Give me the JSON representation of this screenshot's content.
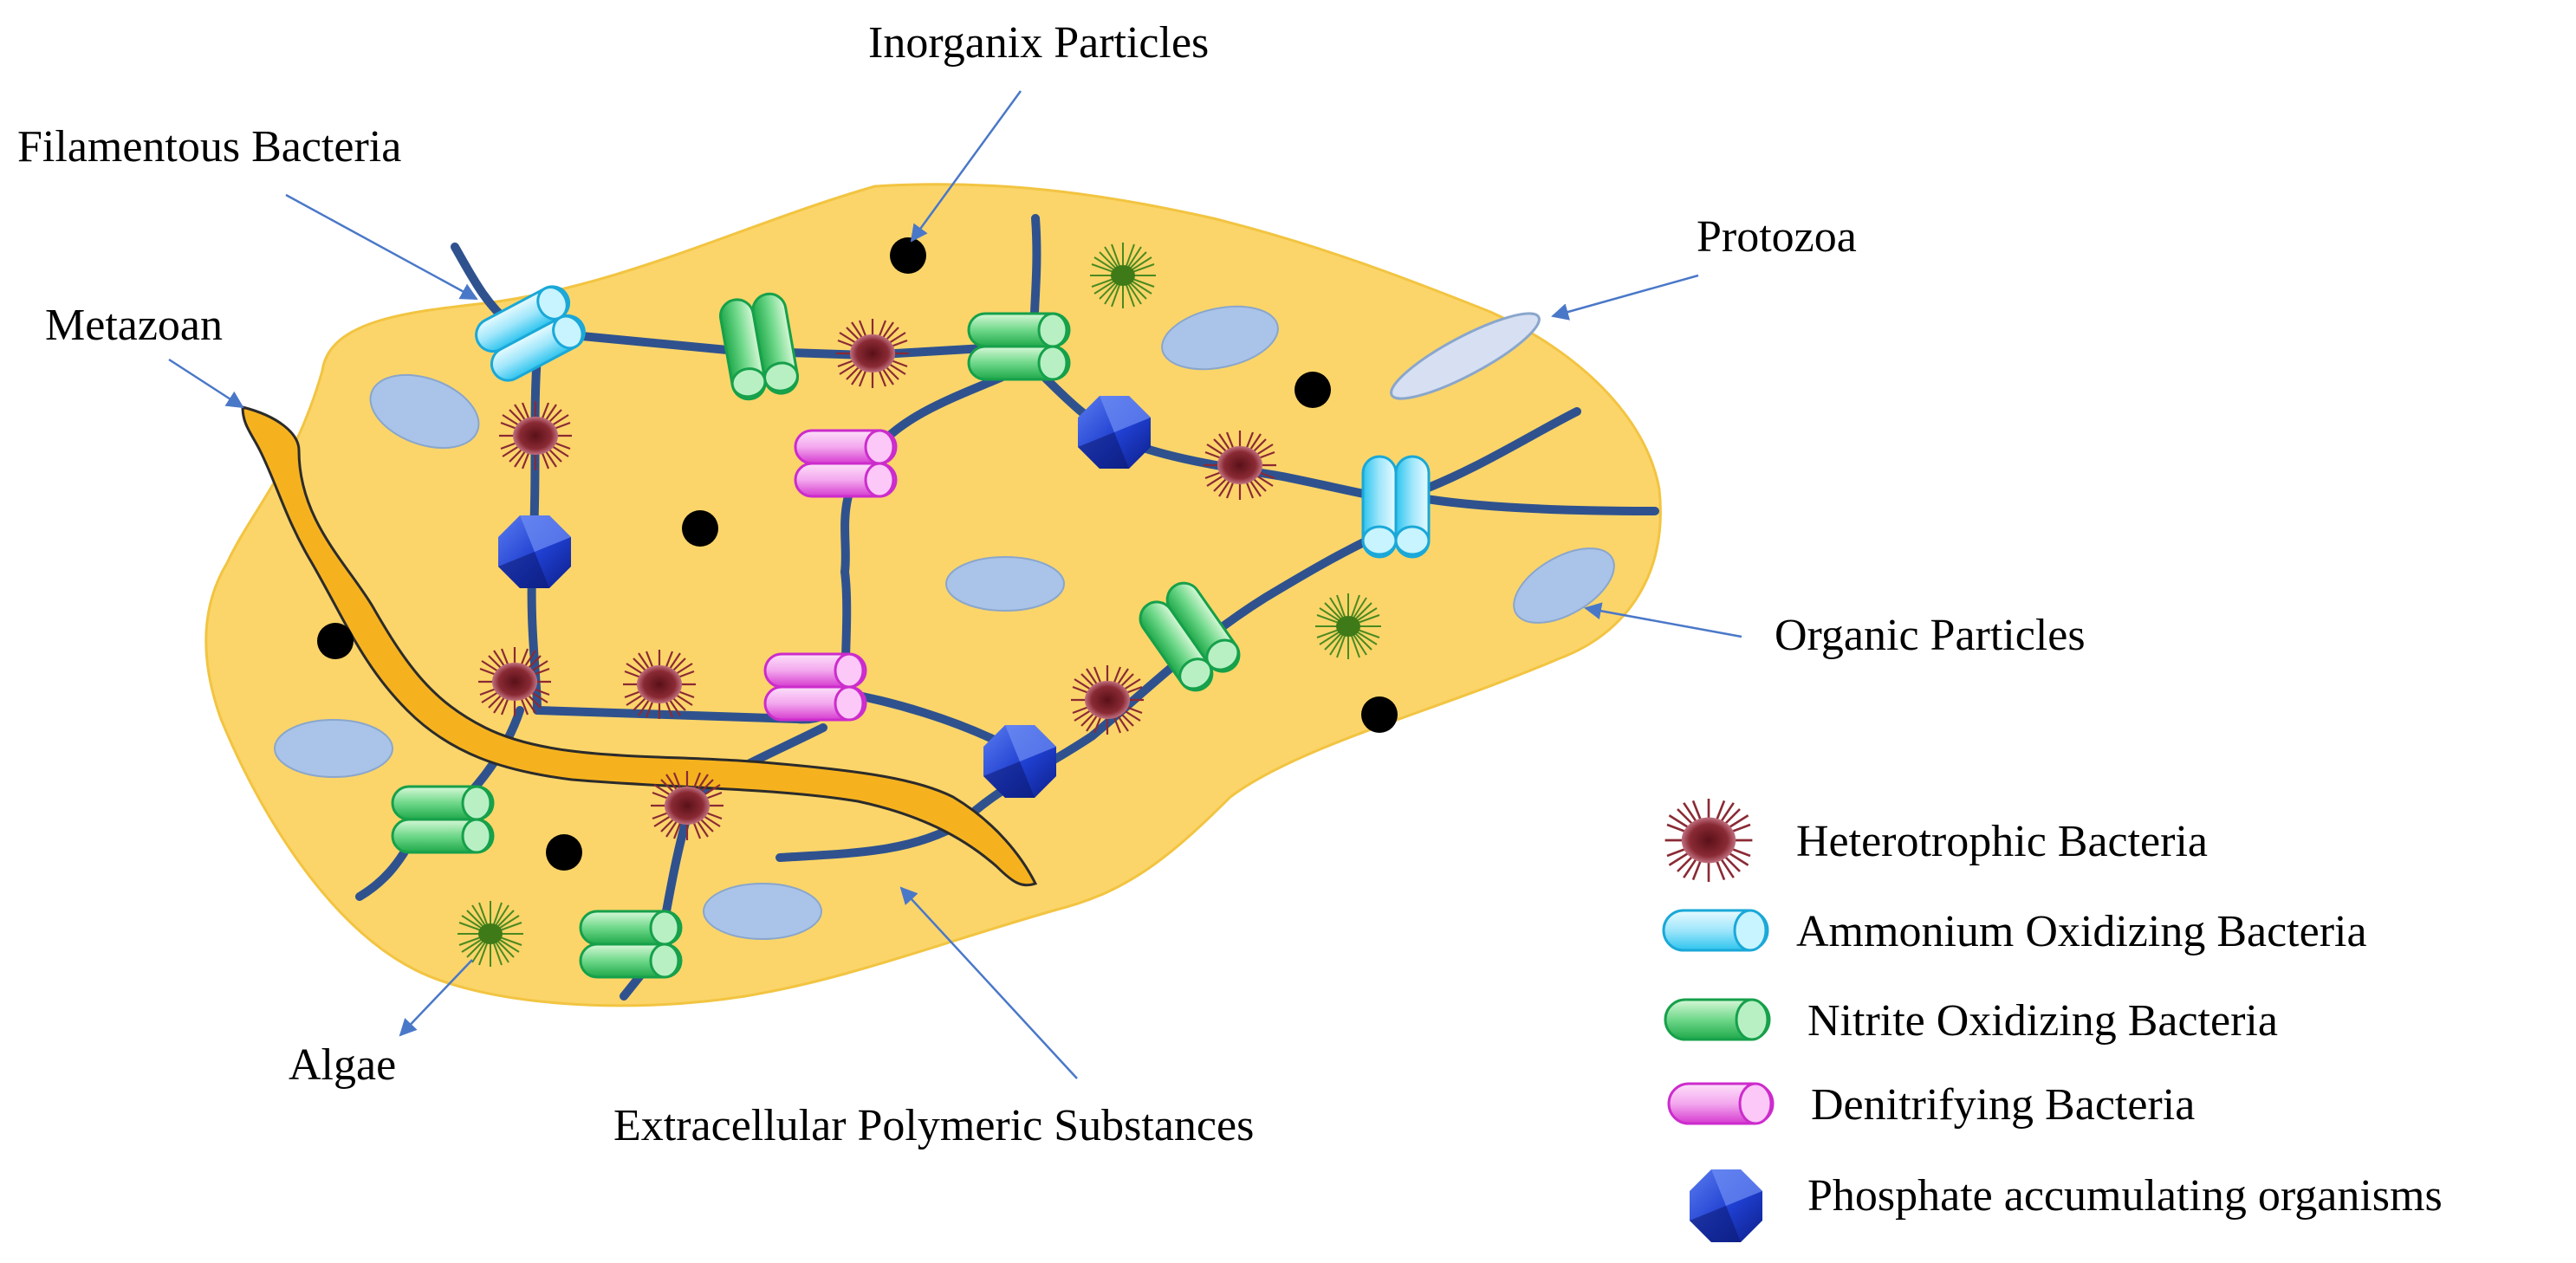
{
  "colors": {
    "floc": "#fbd56a",
    "metazoan": "#f6b21e",
    "filament": "#2f528f",
    "arrow": "#4a78c8",
    "organic": "#a9c4e8",
    "inorganic": "#000000",
    "algae": "#4a8a20",
    "heterotrophic": "#7a1f2a",
    "aob": "#7fe0f8",
    "nob": "#54c87a",
    "denitrifying": "#f08ae8",
    "pao": "#2244cc"
  },
  "labels": {
    "inorganic": "Inorganix Particles",
    "filamentous": "Filamentous Bacteria",
    "metazoan": "Metazoan",
    "protozoa": "Protozoa",
    "organic": "Organic Particles",
    "algae": "Algae",
    "eps": "Extracellular Polymeric Substances"
  },
  "legend": [
    {
      "icon": "heterotrophic-bacteria-icon",
      "label": "Heterotrophic Bacteria"
    },
    {
      "icon": "ammonium-oxidizing-bacteria-icon",
      "label": "Ammonium Oxidizing Bacteria"
    },
    {
      "icon": "nitrite-oxidizing-bacteria-icon",
      "label": "Nitrite Oxidizing Bacteria"
    },
    {
      "icon": "denitrifying-bacteria-icon",
      "label": "Denitrifying Bacteria"
    },
    {
      "icon": "phosphate-accumulating-organism-icon",
      "label": "Phosphate accumulating organisms"
    }
  ]
}
